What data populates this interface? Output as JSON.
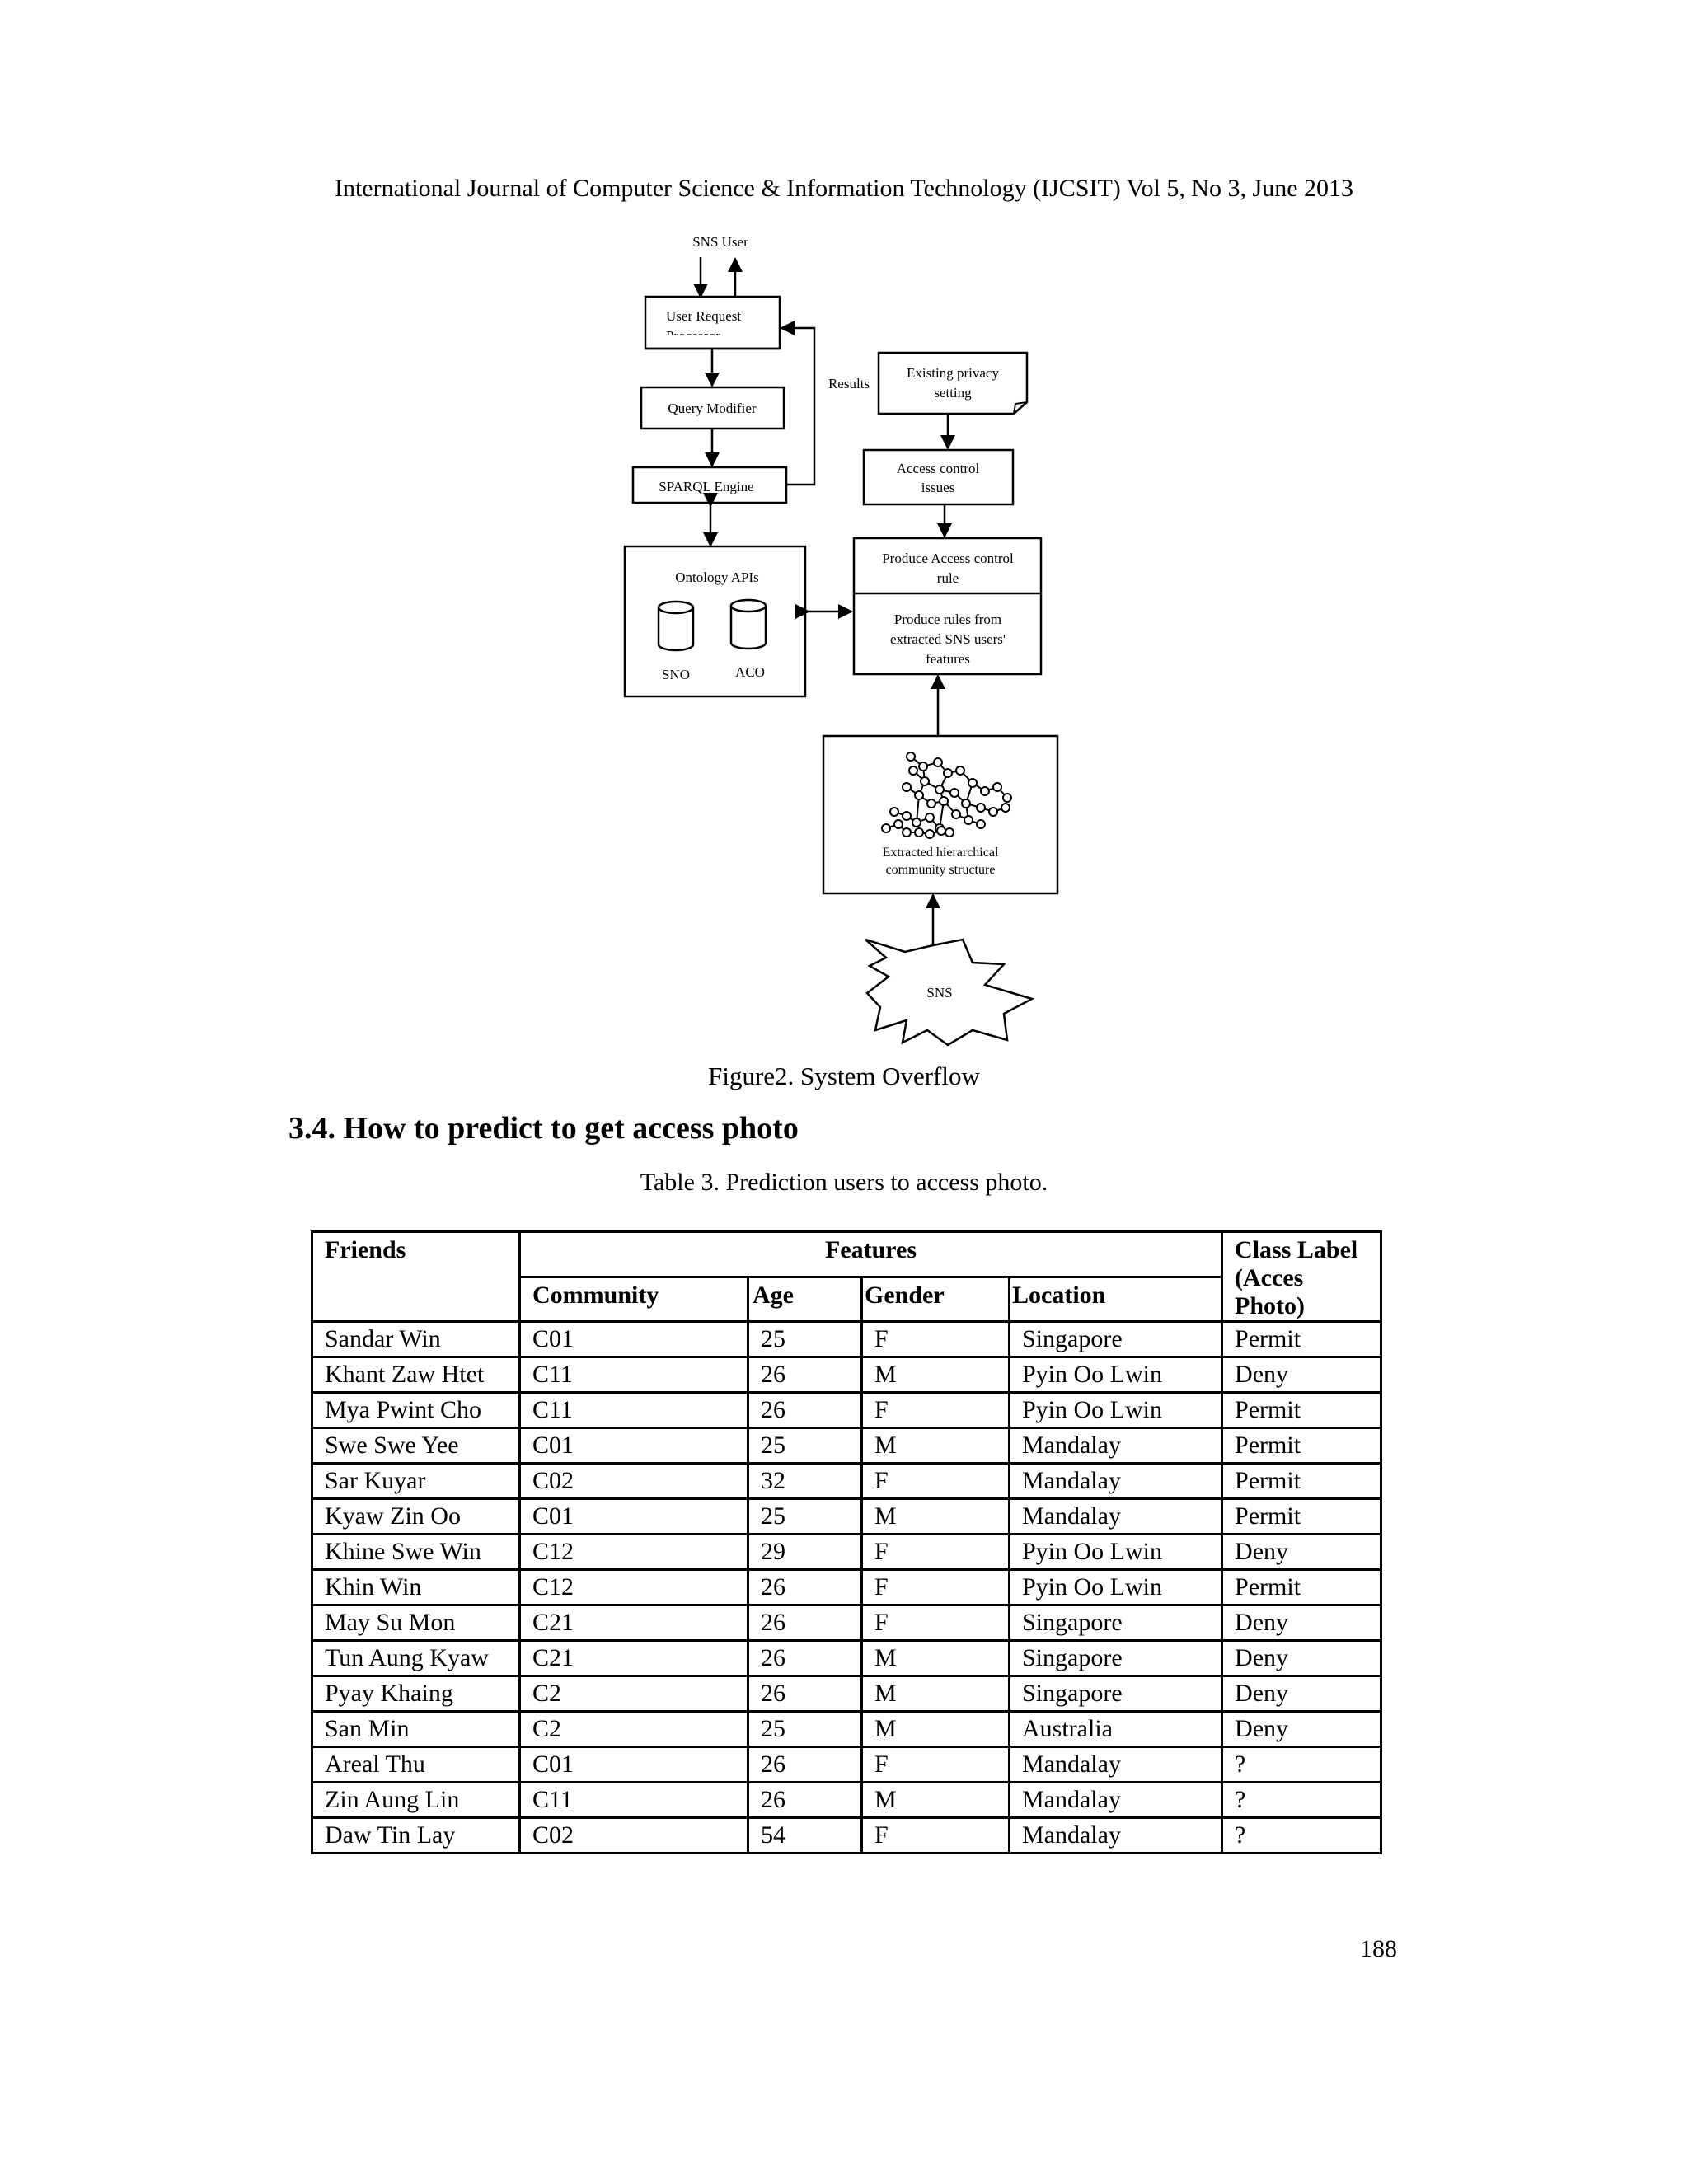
{
  "header": {
    "running_title": "International Journal of Computer Science & Information Technology (IJCSIT) Vol 5, No 3, June 2013"
  },
  "figure": {
    "caption": "Figure2. System Overflow",
    "nodes": {
      "sns_user": "SNS User",
      "user_request_line1": "User Request",
      "user_request_line2": "Processor",
      "query_modifier": "Query Modifier",
      "sparql_engine": "SPARQL Engine",
      "results": "Results",
      "privacy_line1": "Existing privacy",
      "privacy_line2": "setting",
      "access_issues_line1": "Access control",
      "access_issues_line2": "issues",
      "produce_rule_line1": "Produce Access control",
      "produce_rule_line2": "rule",
      "produce_from_line1": "Produce rules from",
      "produce_from_line2": "extracted SNS users'",
      "produce_from_line3": "features",
      "ontology_apis": "Ontology APIs",
      "sno": "SNO",
      "aco": "ACO",
      "community_line1": "Extracted hierarchical",
      "community_line2": "community structure",
      "sns": "SNS"
    }
  },
  "section": {
    "heading": "3.4. How to predict to get access photo"
  },
  "table": {
    "caption": "Table 3.  Prediction users to access photo.",
    "headers": {
      "friends": "Friends",
      "features": "Features",
      "class_label": "Class Label (Acces Photo)",
      "community": "Community",
      "age": "Age",
      "gender": "Gender",
      "location": "Location"
    },
    "rows": [
      [
        "Sandar Win",
        "C01",
        "25",
        "F",
        "Singapore",
        "Permit"
      ],
      [
        "Khant Zaw Htet",
        "C11",
        "26",
        "M",
        "Pyin Oo Lwin",
        "Deny"
      ],
      [
        "Mya Pwint Cho",
        "C11",
        "26",
        "F",
        "Pyin Oo Lwin",
        "Permit"
      ],
      [
        "Swe Swe Yee",
        "C01",
        "25",
        "M",
        "Mandalay",
        "Permit"
      ],
      [
        "Sar Kuyar",
        "C02",
        "32",
        "F",
        "Mandalay",
        "Permit"
      ],
      [
        "Kyaw Zin Oo",
        "C01",
        "25",
        "M",
        "Mandalay",
        "Permit"
      ],
      [
        "Khine Swe Win",
        "C12",
        "29",
        "F",
        "Pyin Oo Lwin",
        "Deny"
      ],
      [
        "Khin Win",
        "C12",
        "26",
        "F",
        "Pyin Oo Lwin",
        "Permit"
      ],
      [
        "May Su Mon",
        "C21",
        "26",
        "F",
        "Singapore",
        "Deny"
      ],
      [
        "Tun Aung Kyaw",
        "C21",
        "26",
        "M",
        "Singapore",
        "Deny"
      ],
      [
        "Pyay Khaing",
        "C2",
        "26",
        "M",
        "Singapore",
        "Deny"
      ],
      [
        "San Min",
        "C2",
        "25",
        "M",
        "Australia",
        "Deny"
      ],
      [
        "Areal Thu",
        "C01",
        "26",
        "F",
        "Mandalay",
        "?"
      ],
      [
        "Zin Aung Lin",
        "C11",
        "26",
        "M",
        "Mandalay",
        "?"
      ],
      [
        "Daw Tin Lay",
        "C02",
        "54",
        "F",
        "Mandalay",
        "?"
      ]
    ]
  },
  "footer": {
    "page_number": "188"
  }
}
